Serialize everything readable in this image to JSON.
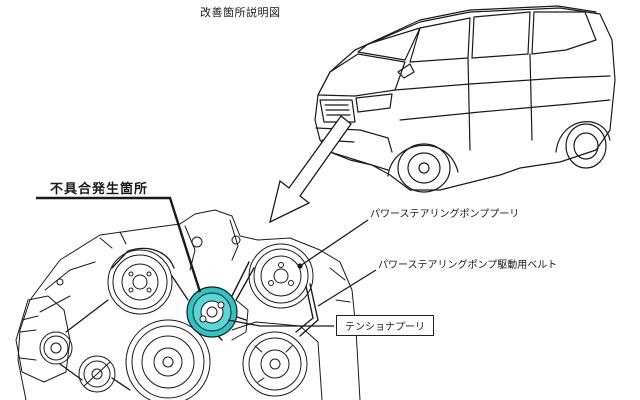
{
  "title": "改善箇所説明図",
  "labels": {
    "defect_location": "不具合発生箇所",
    "ps_pump_pulley": "パワーステアリングポンププーリ",
    "ps_pump_belt": "パワーステアリングポンプ駆動用ベルト",
    "tensioner_pulley": "テンショナプーリ"
  },
  "colors": {
    "line": "#1a1a1a",
    "highlight": "#2ec4c6",
    "background": "#ffffff"
  }
}
